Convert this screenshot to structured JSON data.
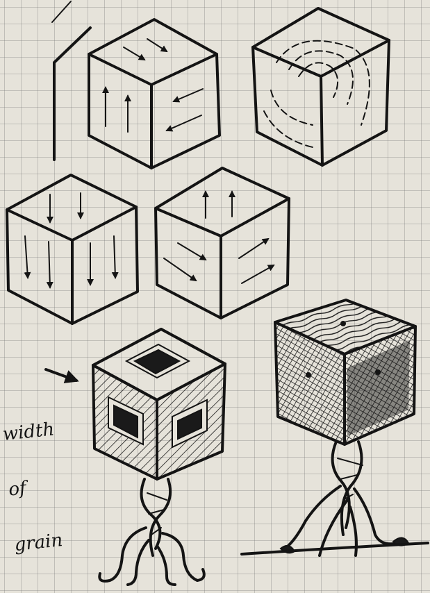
{
  "annotation": {
    "lines": [
      "width",
      "of",
      "grain"
    ]
  },
  "colors": {
    "paper": "#e6e3da",
    "grid": "#8a8a8a",
    "ink": "#141414"
  },
  "sketches": [
    "cube-arrows-converging",
    "cube-concentric-rings",
    "cube-arrows-down",
    "cube-arrows-up-diagonal",
    "cube-hatched-windows-on-legs",
    "cube-woodgrain-crosshatched-on-legs"
  ]
}
